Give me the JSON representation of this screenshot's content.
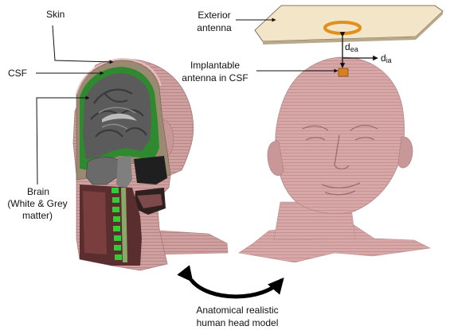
{
  "labels": {
    "skin": "Skin",
    "csf": "CSF",
    "brain_line1": "Brain",
    "brain_line2": "(White & Grey",
    "brain_line3": "matter)",
    "exterior_line1": "Exterior",
    "exterior_line2": "antenna",
    "implant_line1": "Implantable",
    "implant_line2": "antenna in CSF",
    "caption_line1": "Anatomical realistic",
    "caption_line2": "human head model"
  },
  "distances": {
    "dea_main": "d",
    "dea_sub": "ea",
    "dia_main": "d",
    "dia_sub": "ia"
  },
  "colors": {
    "skin": "#d8a4a4",
    "skin_dark": "#b98282",
    "brain": "#5a5a5a",
    "csf": "#2f8a2f",
    "plate": "#f7ecd6",
    "antenna": "#e0901e",
    "spine": "#33cc33"
  }
}
